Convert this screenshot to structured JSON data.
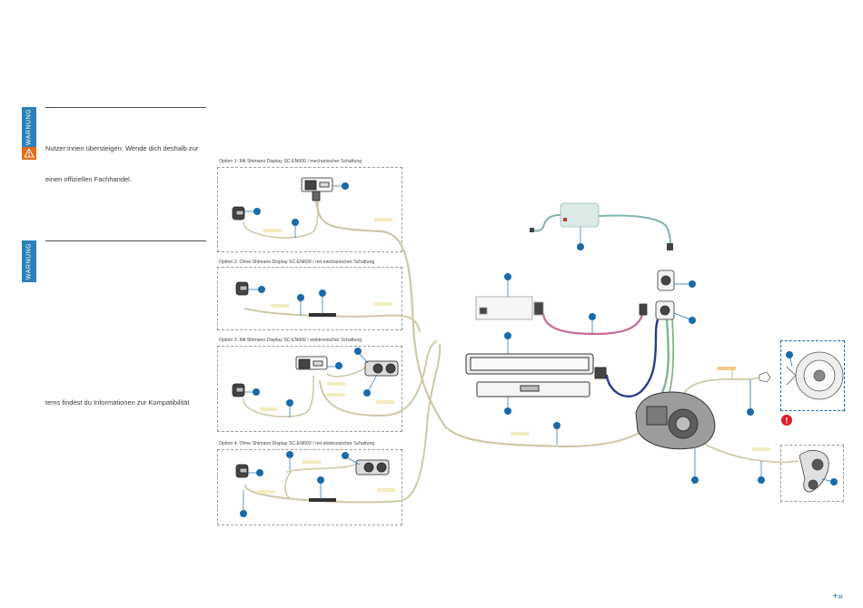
{
  "warnings": [
    {
      "tab_label": "WARNUNG",
      "text_line_1": "Nutzer:innen übersteigen. Wende dich deshalb zur",
      "text_line_2": "einen offiziellen Fachhandel."
    },
    {
      "tab_label": "WARNUNG",
      "text_line_1": "tems findest du Informationen zur Kompatibilität"
    }
  ],
  "options": [
    {
      "title": "Option 1: Mit Shimano Display SC-EN600 / mechanischer Schaltung"
    },
    {
      "title": "Option 2: Ohne Shimano Display SC-EN600 / mit mechanischer Schaltung"
    },
    {
      "title": "Option 3: Mit Shimano Display SC-EN600 / elektronischer Schaltung"
    },
    {
      "title": "Option 4: Ohne Shimano Display SC-EN600 / mit elektronischer Schaltung"
    }
  ],
  "icons": {
    "callout_marker": "blue-dot",
    "alert": "exclamation-icon",
    "next_page": "double-chevron-right-icon"
  },
  "alert_symbol": "!",
  "nav_symbol": "+»",
  "colors": {
    "callout_blue": "#1a6aa8",
    "cable_beige": "#cfc8a8",
    "cable_pink": "#c86a9a",
    "cable_green": "#7fb58a",
    "cable_navy": "#2a3a8a",
    "cable_teal": "#7fb2b0",
    "label_yellow": "#f3ecc0",
    "label_orange": "#f0c98a",
    "warning_tab": "#2c7fb8",
    "warning_triangle": "#e36c1a",
    "alert_red": "#d81e2a"
  }
}
